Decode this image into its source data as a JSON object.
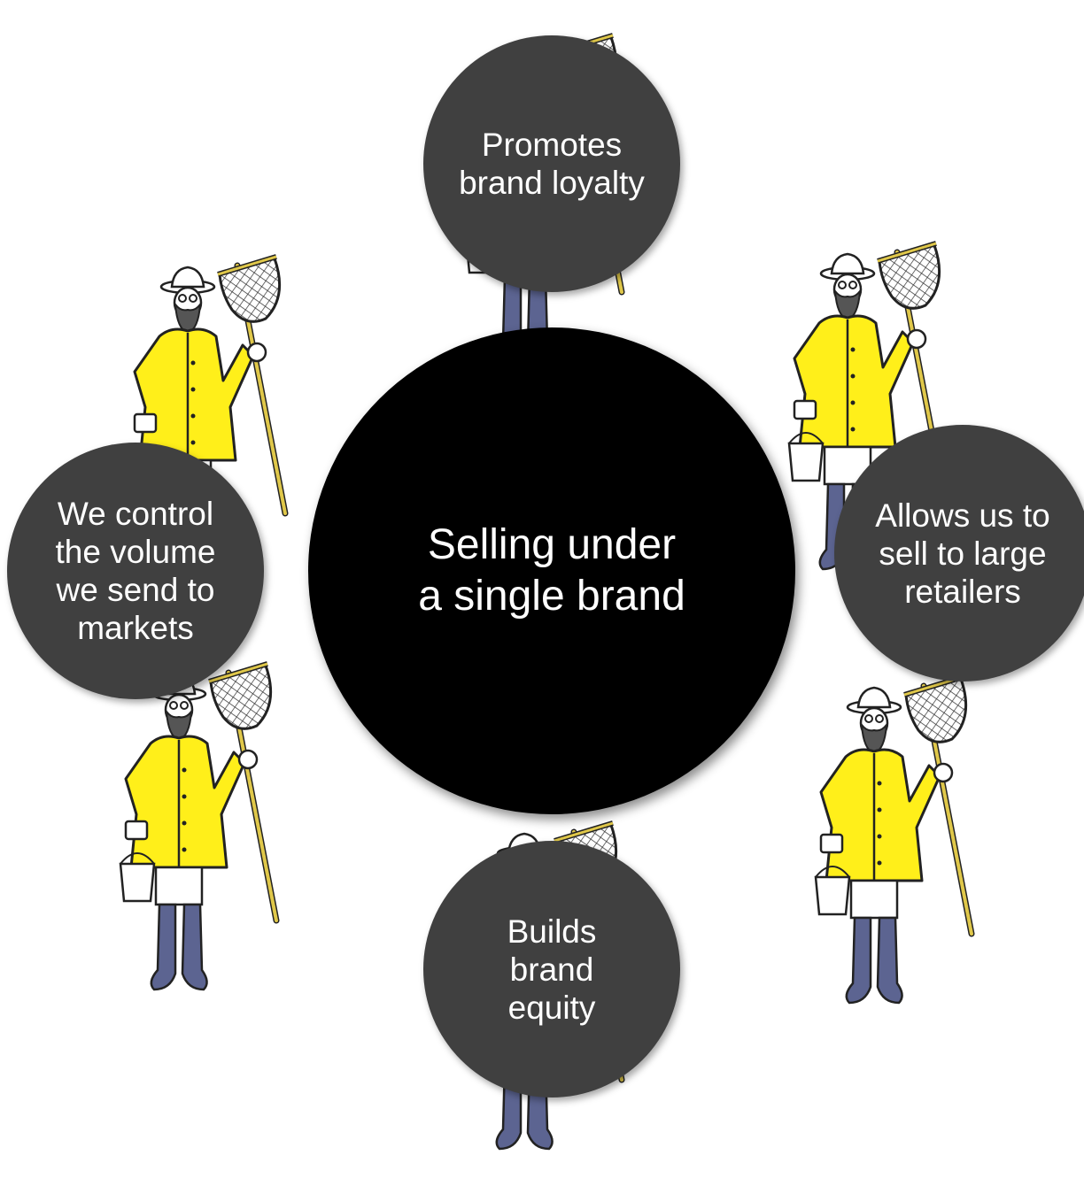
{
  "center": {
    "text": "Selling under\na single brand"
  },
  "benefits": [
    {
      "id": "top",
      "text": "Promotes\nbrand loyalty"
    },
    {
      "id": "right",
      "text": "Allows us to\nsell to large\nretailers"
    },
    {
      "id": "bottom",
      "text": "Builds\nbrand\nequity"
    },
    {
      "id": "left",
      "text": "We control\nthe volume\nwe send to\nmarkets"
    }
  ],
  "colors": {
    "center_fill": "#000000",
    "satellite_fill": "#404040",
    "coat": "#FFEF1A",
    "boots": "#5C6491",
    "pole": "#E0C84A"
  },
  "icons": [
    "fisherman-icon",
    "fishing-net-icon",
    "bucket-icon"
  ]
}
